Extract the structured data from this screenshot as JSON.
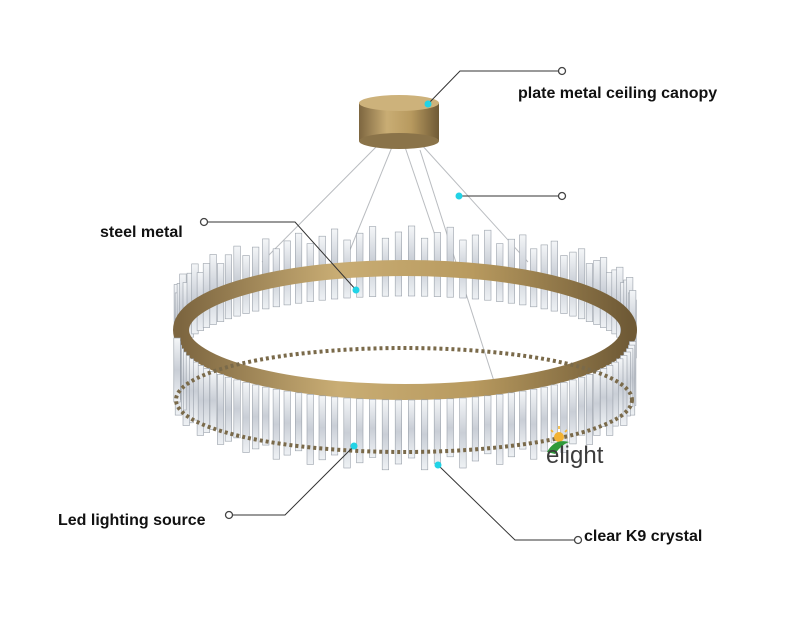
{
  "labels": {
    "canopy": "plate metal ceiling canopy",
    "steel": "steel metal",
    "led": "Led lighting source",
    "crystal": "clear K9 crystal"
  },
  "logo": {
    "text": "elight",
    "color": "#3c3c3c",
    "leaf_color": "#2e9a3a",
    "sun_color": "#f2b233"
  },
  "colors": {
    "callout_dot": "#22d3e6",
    "leader_line": "#333333",
    "brass": "#b89a5f",
    "crystal": "#dfe4ea"
  }
}
